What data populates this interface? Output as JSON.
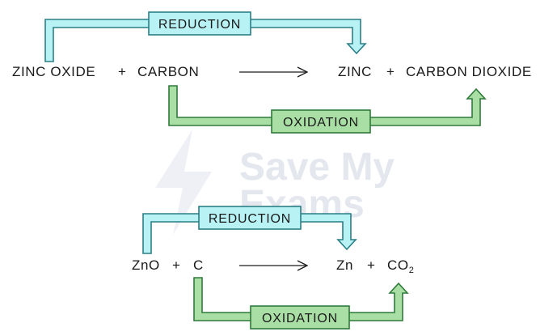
{
  "watermark": {
    "line1": "Save My",
    "line2": "Exams"
  },
  "diagram_word": {
    "reduction_label": "REDUCTION",
    "oxidation_label": "OXIDATION",
    "reactant_1": "ZINC OXIDE",
    "plus_1": "+",
    "reactant_2": "CARBON",
    "product_1": "ZINC",
    "plus_2": "+",
    "product_2": "CARBON DIOXIDE"
  },
  "diagram_formula": {
    "reduction_label": "REDUCTION",
    "oxidation_label": "OXIDATION",
    "reactant_1": "ZnO",
    "plus_1": "+",
    "reactant_2": "C",
    "product_1": "Zn",
    "plus_2": "+",
    "product_2_main": "CO",
    "product_2_sub": "2"
  },
  "colors": {
    "reduction_fill": "#b8f2f4",
    "reduction_stroke": "#2a7f86",
    "oxidation_fill": "#a9dfa4",
    "oxidation_stroke": "#2f7a3a",
    "text": "#1a1a1a"
  }
}
